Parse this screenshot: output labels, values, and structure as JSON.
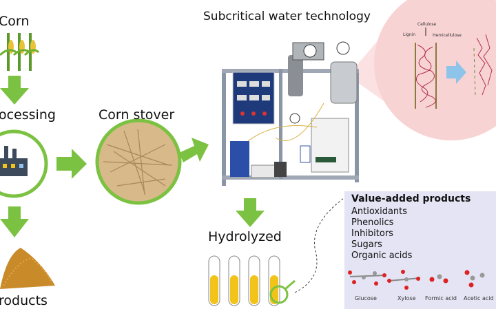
{
  "labels": {
    "corn": "Corn",
    "processing": "ocessing",
    "corn_stover": "Corn stover",
    "byproducts": "roducts",
    "technology": "Subcritical water technology",
    "hydrolyzed": "Hydrolyzed"
  },
  "structure": {
    "lignin": "Lignin",
    "cellulose": "Cellulose",
    "hemicellulose": "Hemicellulose"
  },
  "products": {
    "title": "Value-added products",
    "items": [
      "Antioxidants",
      "Phenolics",
      "Inhibitors",
      "Sugars",
      "Organic acids"
    ],
    "molecules": [
      "Glucose",
      "Xylose",
      "Formic acid",
      "Acetic acid"
    ]
  },
  "colors": {
    "arrow_green": "#7cc242",
    "circle_green": "#7cc242",
    "zoom_pink": "#f8d3d4",
    "products_bg": "#e4e4f4",
    "tube_fill": "#f2c318",
    "blue_arrow": "#8ec3ea"
  }
}
